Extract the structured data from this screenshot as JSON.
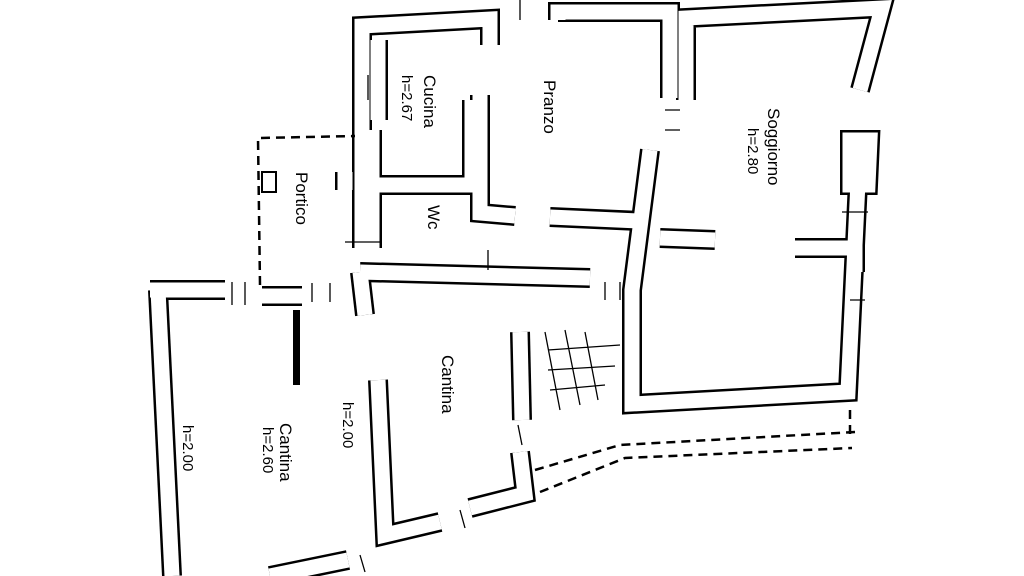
{
  "rooms": {
    "cucina": {
      "name": "Cucina",
      "height": "h=2.67"
    },
    "pranzo": {
      "name": "Pranzo"
    },
    "soggiorno": {
      "name": "Soggiorno",
      "height": "h=2.80"
    },
    "portico": {
      "name": "Portico"
    },
    "wc": {
      "name": "Wc"
    },
    "cantina_right": {
      "name": "Cantina",
      "height": "h=2.00"
    },
    "cantina_left": {
      "name": "Cantina",
      "height": "h=2.60"
    },
    "left_room": {
      "height": "h=2.00"
    }
  }
}
